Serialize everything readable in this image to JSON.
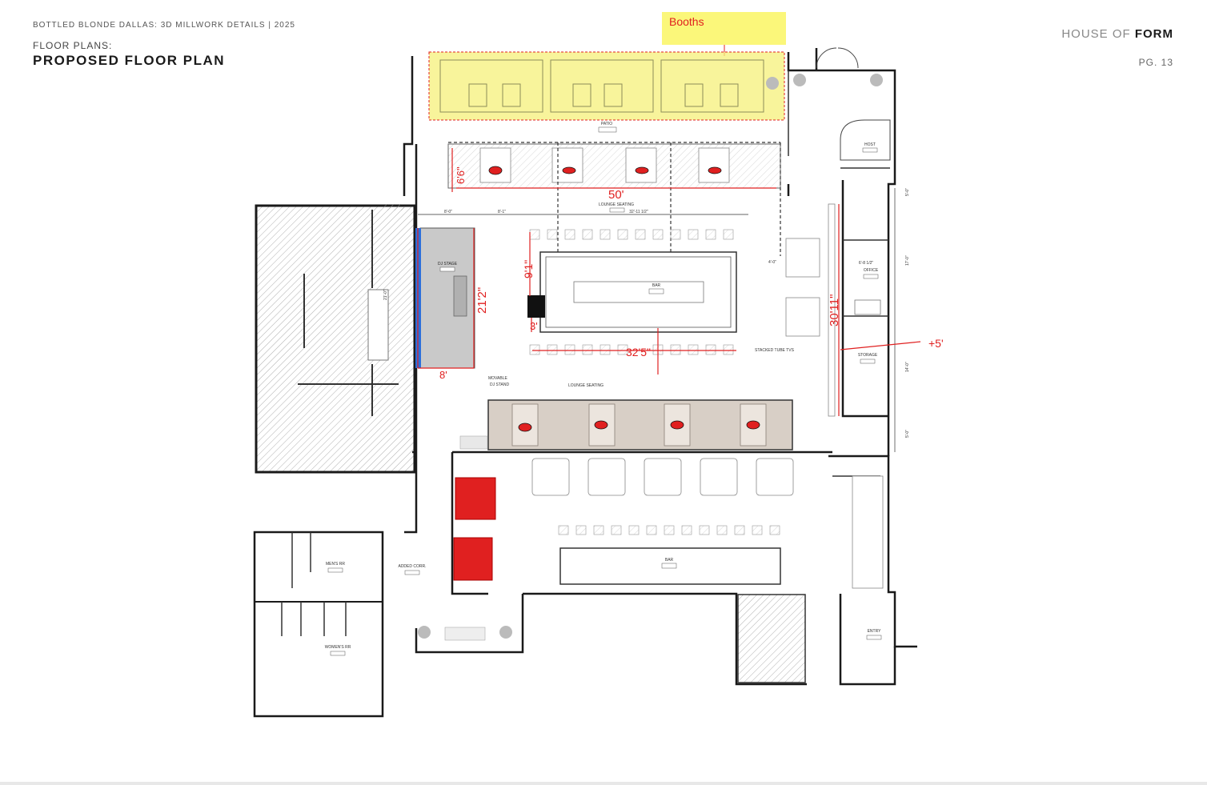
{
  "header": {
    "project": "BOTTLED BLONDE DALLAS: 3D MILLWORK DETAILS | 2025",
    "section": "FLOOR PLANS:",
    "title": "PROPOSED FLOOR PLAN",
    "brand_light": "HOUSE OF ",
    "brand_bold": "FORM",
    "page": "PG. 13"
  },
  "markup": {
    "booths": "Booths",
    "d_66": "6'6\"",
    "d_50": "50'",
    "d_91": "9'1\"",
    "d_3": "3'",
    "d_2112": "21'2\"",
    "d_8": "8'",
    "d_325": "32'5\"",
    "d_3011": "30'11\"",
    "d_plus5": "+5'"
  },
  "rooms": {
    "patio": "PATIO",
    "host": "HOST",
    "lounge_top": "LOUNGE SEATING",
    "djstage": "DJ STAGE",
    "bar_main": "BAR",
    "office": "OFFICE",
    "storage": "STORAGE",
    "stacked_tvs": "STACKED TUBE TVS",
    "movable_dj_1": "MOVABLE",
    "movable_dj_2": "DJ STAND",
    "lounge_mid": "LOUNGE SEATING",
    "mens": "MEN'S RR",
    "womens": "WOMEN'S RR",
    "added_corr": "ADDED CORR.",
    "bar_lower": "BAR",
    "entry": "ENTRY"
  },
  "dims": {
    "d8": "8'-0\"",
    "d81": "8'-1\"",
    "d3211": "32'-11 1/2\"",
    "d40": "4'-0\"",
    "d685": "6'-8 1/2\"",
    "d21": "21'-0\"",
    "d5a": "5'-0\"",
    "d17": "17'-0\"",
    "d14": "14'-0\"",
    "d5b": "5'-0\""
  },
  "colors": {
    "markup_red": "#e02020",
    "highlight_yellow": "#f5f07a",
    "stage_blue": "#2a6fdb"
  }
}
